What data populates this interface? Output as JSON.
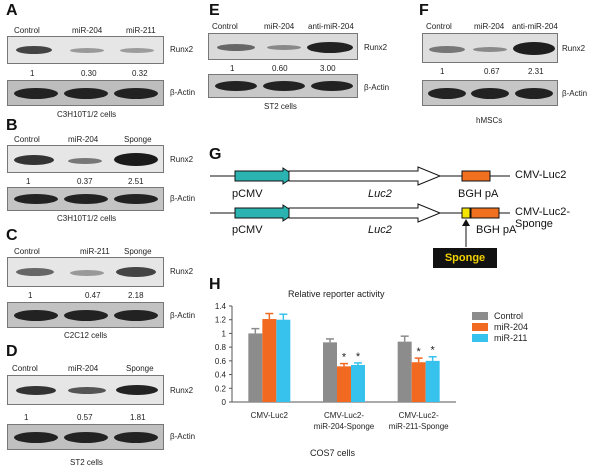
{
  "panels": {
    "A": {
      "label": "A",
      "lanes": [
        "Control",
        "miR-204",
        "miR-211"
      ],
      "target": "Runx2",
      "quant": [
        "1",
        "0.30",
        "0.32"
      ],
      "loading": "β-Actin",
      "cells": "C3H10T1/2 cells"
    },
    "B": {
      "label": "B",
      "lanes": [
        "Control",
        "miR-204",
        "Sponge"
      ],
      "target": "Runx2",
      "quant": [
        "1",
        "0.37",
        "2.51"
      ],
      "loading": "β-Actin",
      "cells": "C3H10T1/2 cells"
    },
    "C": {
      "label": "C",
      "lanes": [
        "Control",
        "miR-211",
        "Sponge"
      ],
      "target": "Runx2",
      "quant": [
        "1",
        "0.47",
        "2.18"
      ],
      "loading": "β-Actin",
      "cells": "C2C12 cells"
    },
    "D": {
      "label": "D",
      "lanes": [
        "Control",
        "miR-204",
        "Sponge"
      ],
      "target": "Runx2",
      "quant": [
        "1",
        "0.57",
        "1.81"
      ],
      "loading": "β-Actin",
      "cells": "ST2 cells"
    },
    "E": {
      "label": "E",
      "lanes": [
        "Control",
        "miR-204",
        "anti-miR-204"
      ],
      "target": "Runx2",
      "quant": [
        "1",
        "0.60",
        "3.00"
      ],
      "loading": "β-Actin",
      "cells": "ST2 cells"
    },
    "F": {
      "label": "F",
      "lanes": [
        "Control",
        "miR-204",
        "anti-miR-204"
      ],
      "target": "Runx2",
      "quant": [
        "1",
        "0.67",
        "2.31"
      ],
      "loading": "β-Actin",
      "cells": "hMSCs"
    }
  },
  "constructs": {
    "label": "G",
    "promoter": "pCMV",
    "reporter": "Luc2",
    "polyA": "BGH pA",
    "construct1": "CMV-Luc2",
    "construct2": "CMV-Luc2-Sponge",
    "sponge": "Sponge",
    "colors": {
      "promoter": "#2bb3b1",
      "polyA": "#f07020",
      "sponge_box": "#f5e400"
    }
  },
  "chart_panel": {
    "label": "H",
    "cells": "COS7 cells"
  },
  "chart_data": {
    "type": "bar",
    "title": "Relative reporter activity",
    "categories": [
      "CMV-Luc2",
      "CMV-Luc2-\nmiR-204-Sponge",
      "CMV-Luc2-\nmiR-211-Sponge"
    ],
    "category_lines": [
      [
        "CMV-Luc2"
      ],
      [
        "CMV-Luc2-",
        "miR-204-Sponge"
      ],
      [
        "CMV-Luc2-",
        "miR-211-Sponge"
      ]
    ],
    "series": [
      {
        "name": "Control",
        "color": "#8c8c8c",
        "values": [
          1.0,
          0.87,
          0.88
        ],
        "errors": [
          0.07,
          0.05,
          0.08
        ]
      },
      {
        "name": "miR-204",
        "color": "#f26a22",
        "values": [
          1.21,
          0.52,
          0.58
        ],
        "errors": [
          0.08,
          0.04,
          0.06
        ]
      },
      {
        "name": "miR-211",
        "color": "#37c2ee",
        "values": [
          1.2,
          0.54,
          0.6
        ],
        "errors": [
          0.08,
          0.03,
          0.06
        ]
      }
    ],
    "significance": [
      {
        "category": 1,
        "series": 1,
        "mark": "*"
      },
      {
        "category": 1,
        "series": 2,
        "mark": "*"
      },
      {
        "category": 2,
        "series": 1,
        "mark": "*"
      },
      {
        "category": 2,
        "series": 2,
        "mark": "*"
      }
    ],
    "ylim": [
      0,
      1.4
    ],
    "yticks": [
      "0",
      "0.2",
      "0.4",
      "0.6",
      "0.8",
      "1",
      "1.2",
      "1.4"
    ],
    "xlabel": "",
    "ylabel": "",
    "legend_position": "right",
    "grid": false
  }
}
